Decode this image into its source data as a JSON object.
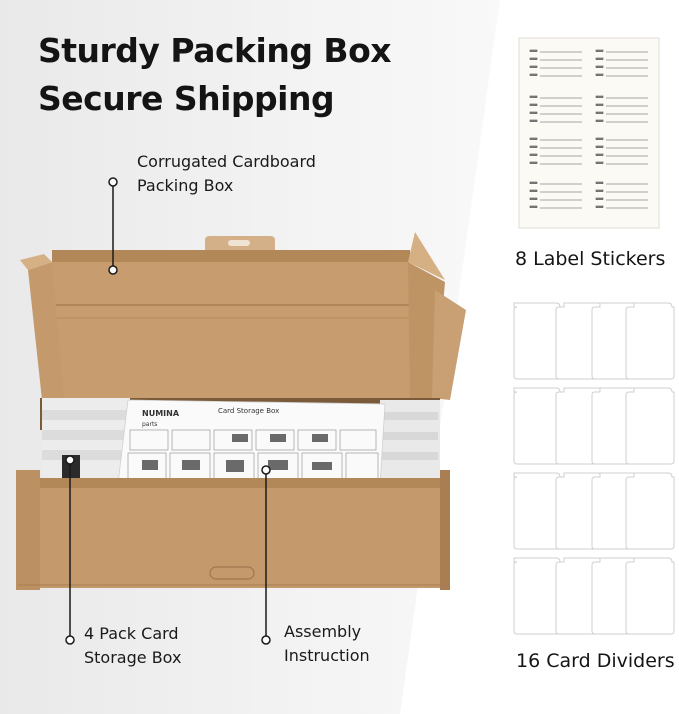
{
  "headline": {
    "line1": "Sturdy Packing Box",
    "line2": "Secure Shipping"
  },
  "callouts": {
    "cardboard_line1": "Corrugated Cardboard",
    "cardboard_line2": "Packing Box",
    "storage_line1": "4 Pack Card",
    "storage_line2": "Storage Box",
    "assembly_line1": "Assembly",
    "assembly_line2": "Instruction"
  },
  "labels": {
    "stickers": "8 Label Stickers",
    "dividers": "16 Card Dividers"
  },
  "instruction_sheet": {
    "title": "Card Storage Box",
    "brand": "NUMINA",
    "subtitle": "parts"
  },
  "colors": {
    "cardboard": "#c49a6c",
    "cardboard_shadow": "#a87e52",
    "cardboard_light": "#d6b085",
    "divider_card": "#ffffff",
    "text": "#141414"
  },
  "product": {
    "sticker_sheets": 8,
    "card_dividers": 16
  }
}
